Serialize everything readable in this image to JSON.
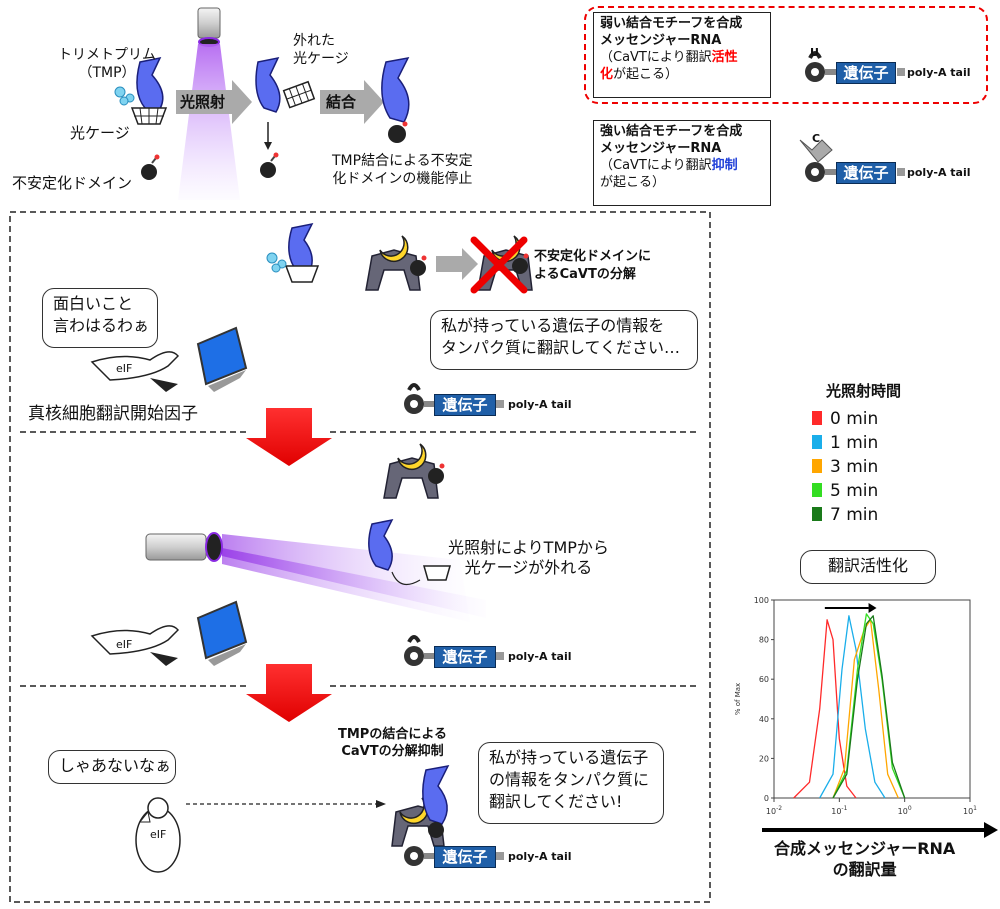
{
  "top": {
    "tmp_label": "トリメトプリム\n（TMP）",
    "photocage_label": "光ケージ",
    "destab_label": "不安定化ドメイン",
    "released_label": "外れた\n光ケージ",
    "irradiation_arrow": "光照射",
    "binding_arrow": "結合",
    "stop_label": "TMP結合による不安定\n化ドメインの機能停止"
  },
  "boxes": {
    "weak": {
      "title": "弱い結合モチーフを合成\nメッセンジャーRNA",
      "line_pre": "（CaVTにより翻訳",
      "highlight": "活性\n化",
      "line_post": "が起こる）",
      "highlight_color": "#ff0000"
    },
    "strong": {
      "title": "強い結合モチーフを合成\nメッセンジャーRNA",
      "line_pre": "（CaVTにより翻訳",
      "highlight": "抑制",
      "line_post": "\nが起こる）",
      "highlight_color": "#1f3fd8"
    }
  },
  "mrna": {
    "gene_label": "遺伝子",
    "tail_label": "poly-A tail",
    "cap_u": "U",
    "cap_c": "C"
  },
  "panel": {
    "degradation_label": "不安定化ドメインに\nよるCaVTの分解",
    "bird_speech": "面白いこと\n言わはるわぁ",
    "mrna_speech1": "私が持っている遺伝子の情報を\nタンパク質に翻訳してください…",
    "eif_caption": "真核細胞翻訳開始因子",
    "eif_tag": "eIF",
    "light_label": "光照射によりTMPから\n光ケージが外れる",
    "penguin_speech": "しゃあないなぁ",
    "suppress_label": "TMPの結合による\nCaVTの分解抑制",
    "mrna_speech2": "私が持っている遺伝子\nの情報をタンパク質に\n翻訳してください!"
  },
  "legend": {
    "title": "光照射時間",
    "items": [
      {
        "label": "0 min",
        "color": "#ff2a2a"
      },
      {
        "label": "1 min",
        "color": "#1aaeea"
      },
      {
        "label": "3 min",
        "color": "#ffa600"
      },
      {
        "label": "5 min",
        "color": "#33dd22"
      },
      {
        "label": "7 min",
        "color": "#1a7a1a"
      }
    ]
  },
  "chart_data": {
    "type": "line",
    "annotation": "翻訳活性化",
    "ylabel": "% of Max",
    "xlabel": "合成メッセンジャーRNA\nの翻訳量",
    "xscale": "log",
    "xlim": [
      0.01,
      10
    ],
    "ylim": [
      0,
      100
    ],
    "y_ticks": [
      "0",
      "20",
      "40",
      "60",
      "80",
      "100"
    ],
    "x_ticks": [
      "10^-2",
      "10^-1",
      "10^0",
      "10^1"
    ],
    "series": [
      {
        "name": "0 min",
        "x": [
          0.02,
          0.035,
          0.05,
          0.065,
          0.08,
          0.1,
          0.13,
          0.18
        ],
        "y": [
          0,
          8,
          45,
          90,
          80,
          30,
          6,
          0
        ]
      },
      {
        "name": "1 min",
        "x": [
          0.05,
          0.08,
          0.11,
          0.14,
          0.18,
          0.25,
          0.35,
          0.5
        ],
        "y": [
          0,
          12,
          65,
          92,
          75,
          35,
          8,
          0
        ]
      },
      {
        "name": "3 min",
        "x": [
          0.08,
          0.12,
          0.17,
          0.24,
          0.3,
          0.4,
          0.55,
          0.8
        ],
        "y": [
          0,
          15,
          70,
          85,
          90,
          55,
          12,
          0
        ]
      },
      {
        "name": "5 min",
        "x": [
          0.08,
          0.13,
          0.19,
          0.26,
          0.33,
          0.45,
          0.65,
          1.0
        ],
        "y": [
          0,
          14,
          65,
          93,
          88,
          60,
          15,
          0
        ]
      },
      {
        "name": "7 min",
        "x": [
          0.08,
          0.13,
          0.19,
          0.26,
          0.33,
          0.45,
          0.65,
          1.0
        ],
        "y": [
          0,
          12,
          60,
          88,
          92,
          62,
          18,
          0
        ]
      }
    ]
  }
}
